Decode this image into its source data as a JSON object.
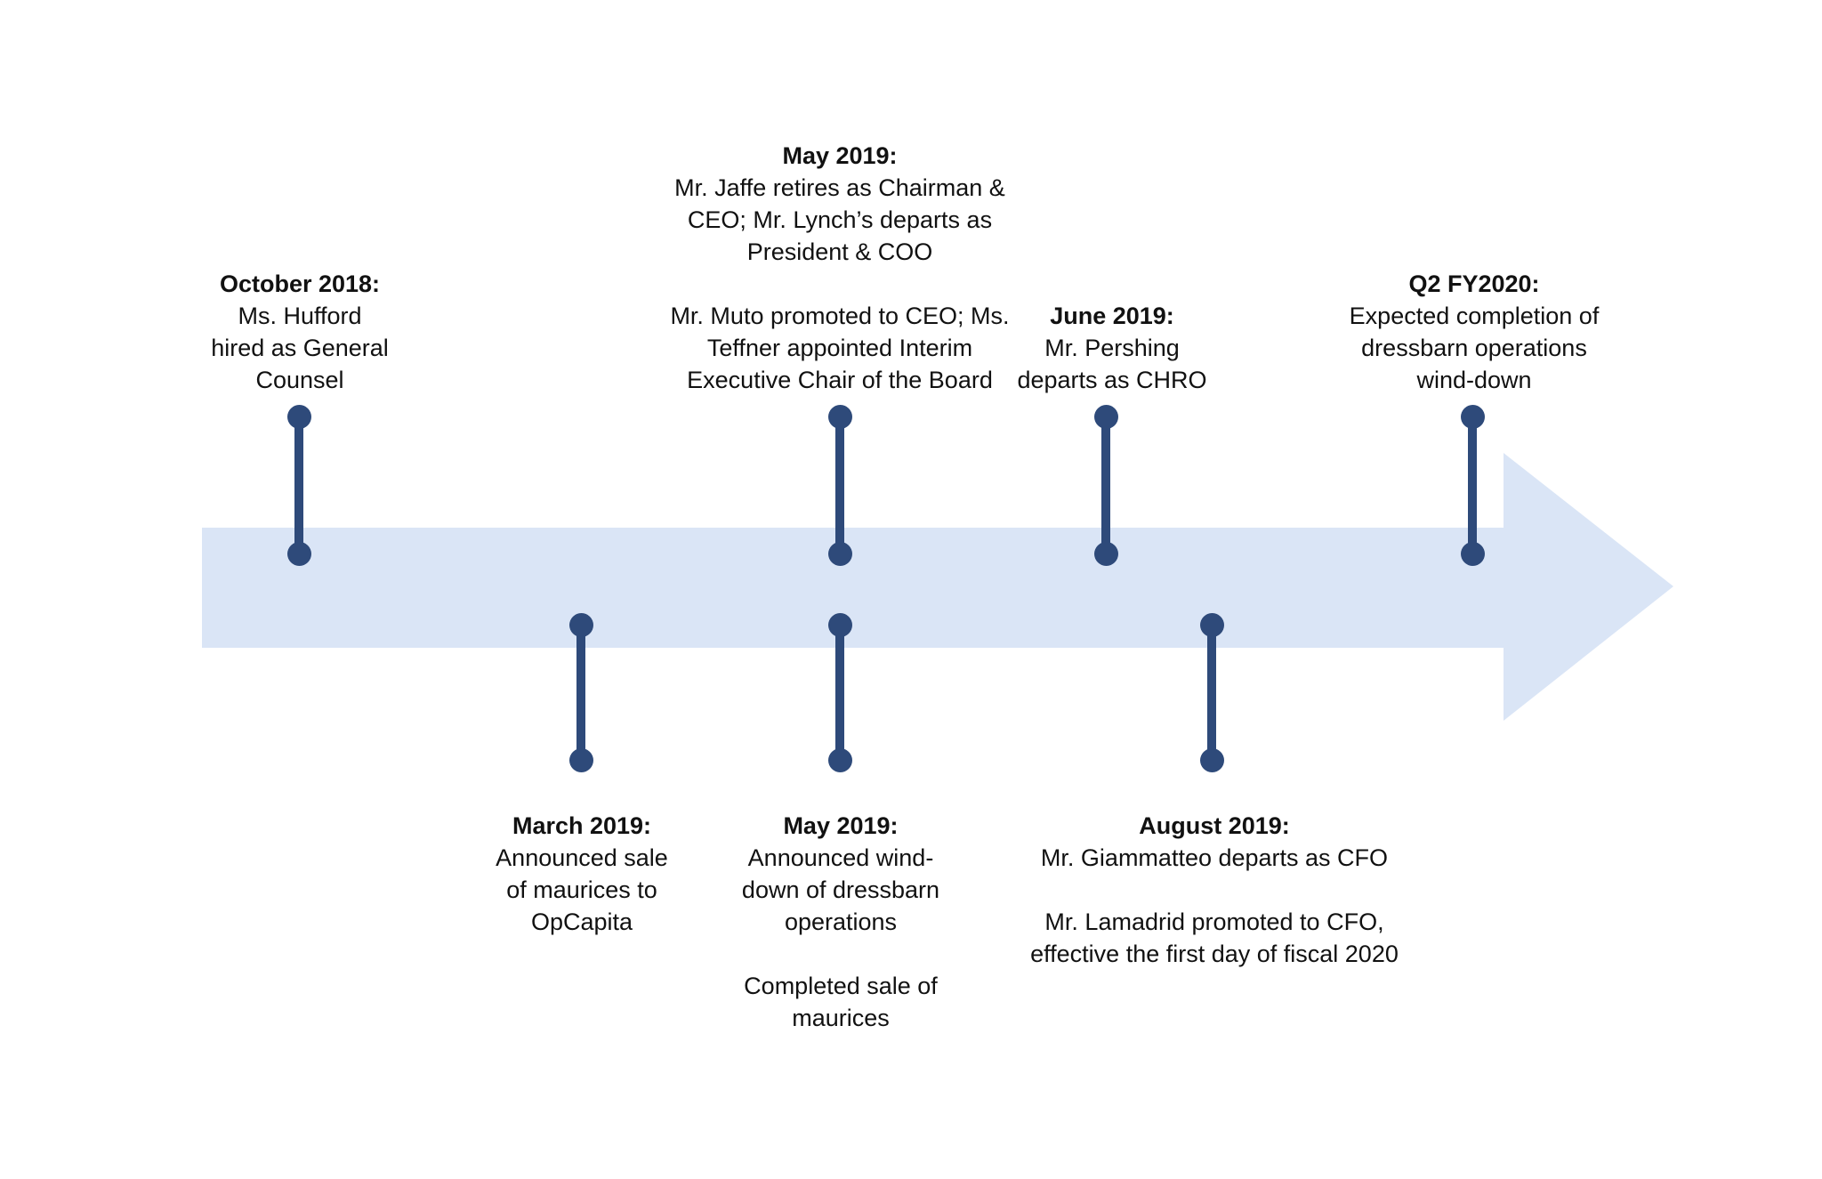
{
  "figure": {
    "type": "timeline",
    "direction": "left-to-right",
    "background": "#ffffff",
    "arrow_color": "#dae5f6",
    "connector_color": "#2e4a7a",
    "text_color": "#111111"
  },
  "events": [
    {
      "id": "october-2018",
      "side": "above",
      "date": "October 2018:",
      "paragraphs": [
        [
          "Ms. Hufford",
          "hired as General",
          "Counsel"
        ]
      ]
    },
    {
      "id": "may-2019-leadership",
      "side": "above",
      "date": "May 2019:",
      "paragraphs": [
        [
          "Mr. Jaffe retires as Chairman &",
          "CEO; Mr. Lynch’s departs as",
          "President & COO"
        ],
        [
          "Mr. Muto promoted to CEO; Ms.",
          "Teffner appointed Interim",
          "Executive Chair of the Board"
        ]
      ]
    },
    {
      "id": "june-2019",
      "side": "above",
      "date": "June 2019:",
      "paragraphs": [
        [
          "Mr. Pershing",
          "departs as CHRO"
        ]
      ]
    },
    {
      "id": "q2-fy2020",
      "side": "above",
      "date": "Q2 FY2020:",
      "paragraphs": [
        [
          "Expected completion of",
          "dressbarn operations",
          "wind-down"
        ]
      ]
    },
    {
      "id": "march-2019",
      "side": "below",
      "date": "March 2019:",
      "paragraphs": [
        [
          "Announced sale",
          "of maurices to",
          "OpCapita"
        ]
      ]
    },
    {
      "id": "may-2019-dressbarn",
      "side": "below",
      "date": "May 2019:",
      "paragraphs": [
        [
          "Announced wind-",
          "down of dressbarn",
          "operations"
        ],
        [
          "Completed sale of",
          "maurices"
        ]
      ]
    },
    {
      "id": "august-2019",
      "side": "below",
      "date": "August 2019:",
      "paragraphs": [
        [
          "Mr. Giammatteo departs as CFO"
        ],
        [
          "Mr. Lamadrid promoted to CFO,",
          "effective the first day of fiscal 2020"
        ]
      ]
    }
  ]
}
